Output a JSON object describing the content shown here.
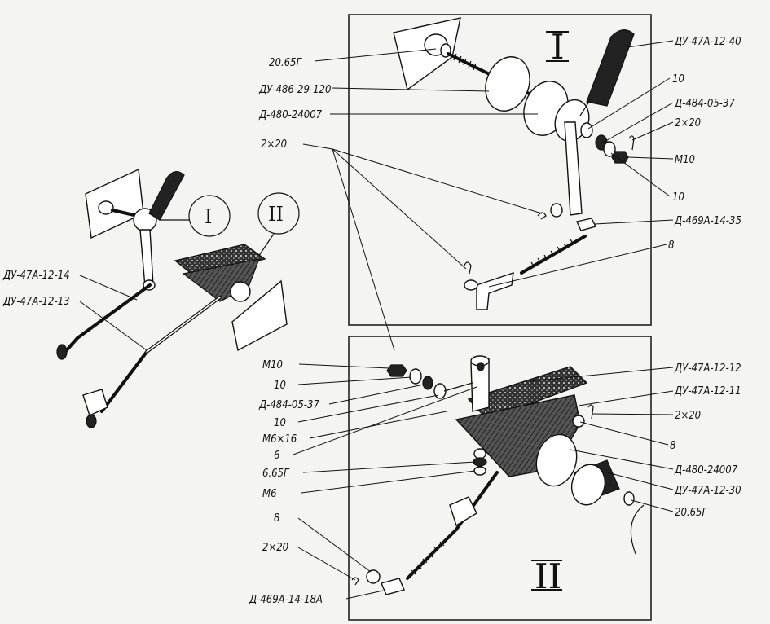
{
  "frame_titles": {
    "one": "I",
    "two": "II"
  },
  "overview": {
    "callout_one": "I",
    "callout_two": "II",
    "labels": [
      "ДУ-47А-12-14",
      "ДУ-47А-12-13"
    ]
  },
  "detail_one": {
    "labels_left": [
      "20.65Г",
      "ДУ-486-29-120",
      "Д-480-24007",
      "2×20"
    ],
    "labels_right": [
      "ДУ-47А-12-40",
      "10",
      "Д-484-05-37",
      "2×20",
      "М10",
      "10",
      "Д-469А-14-35",
      "8"
    ]
  },
  "detail_two": {
    "labels_left": [
      "М10",
      "10",
      "Д-484-05-37",
      "10",
      "М6×16",
      "6",
      "6.65Г",
      "М6",
      "8",
      "2×20",
      "Д-469А-14-18А"
    ],
    "labels_right": [
      "ДУ-47А-12-12",
      "ДУ-47А-12-11",
      "2×20",
      "8",
      "Д-480-24007",
      "ДУ-47А-12-30",
      "20.65Г"
    ]
  },
  "colors": {
    "ink": "#111111",
    "paper": "#f4f4f2",
    "fill_dark": "#222222",
    "fill_mid": "#777777"
  }
}
